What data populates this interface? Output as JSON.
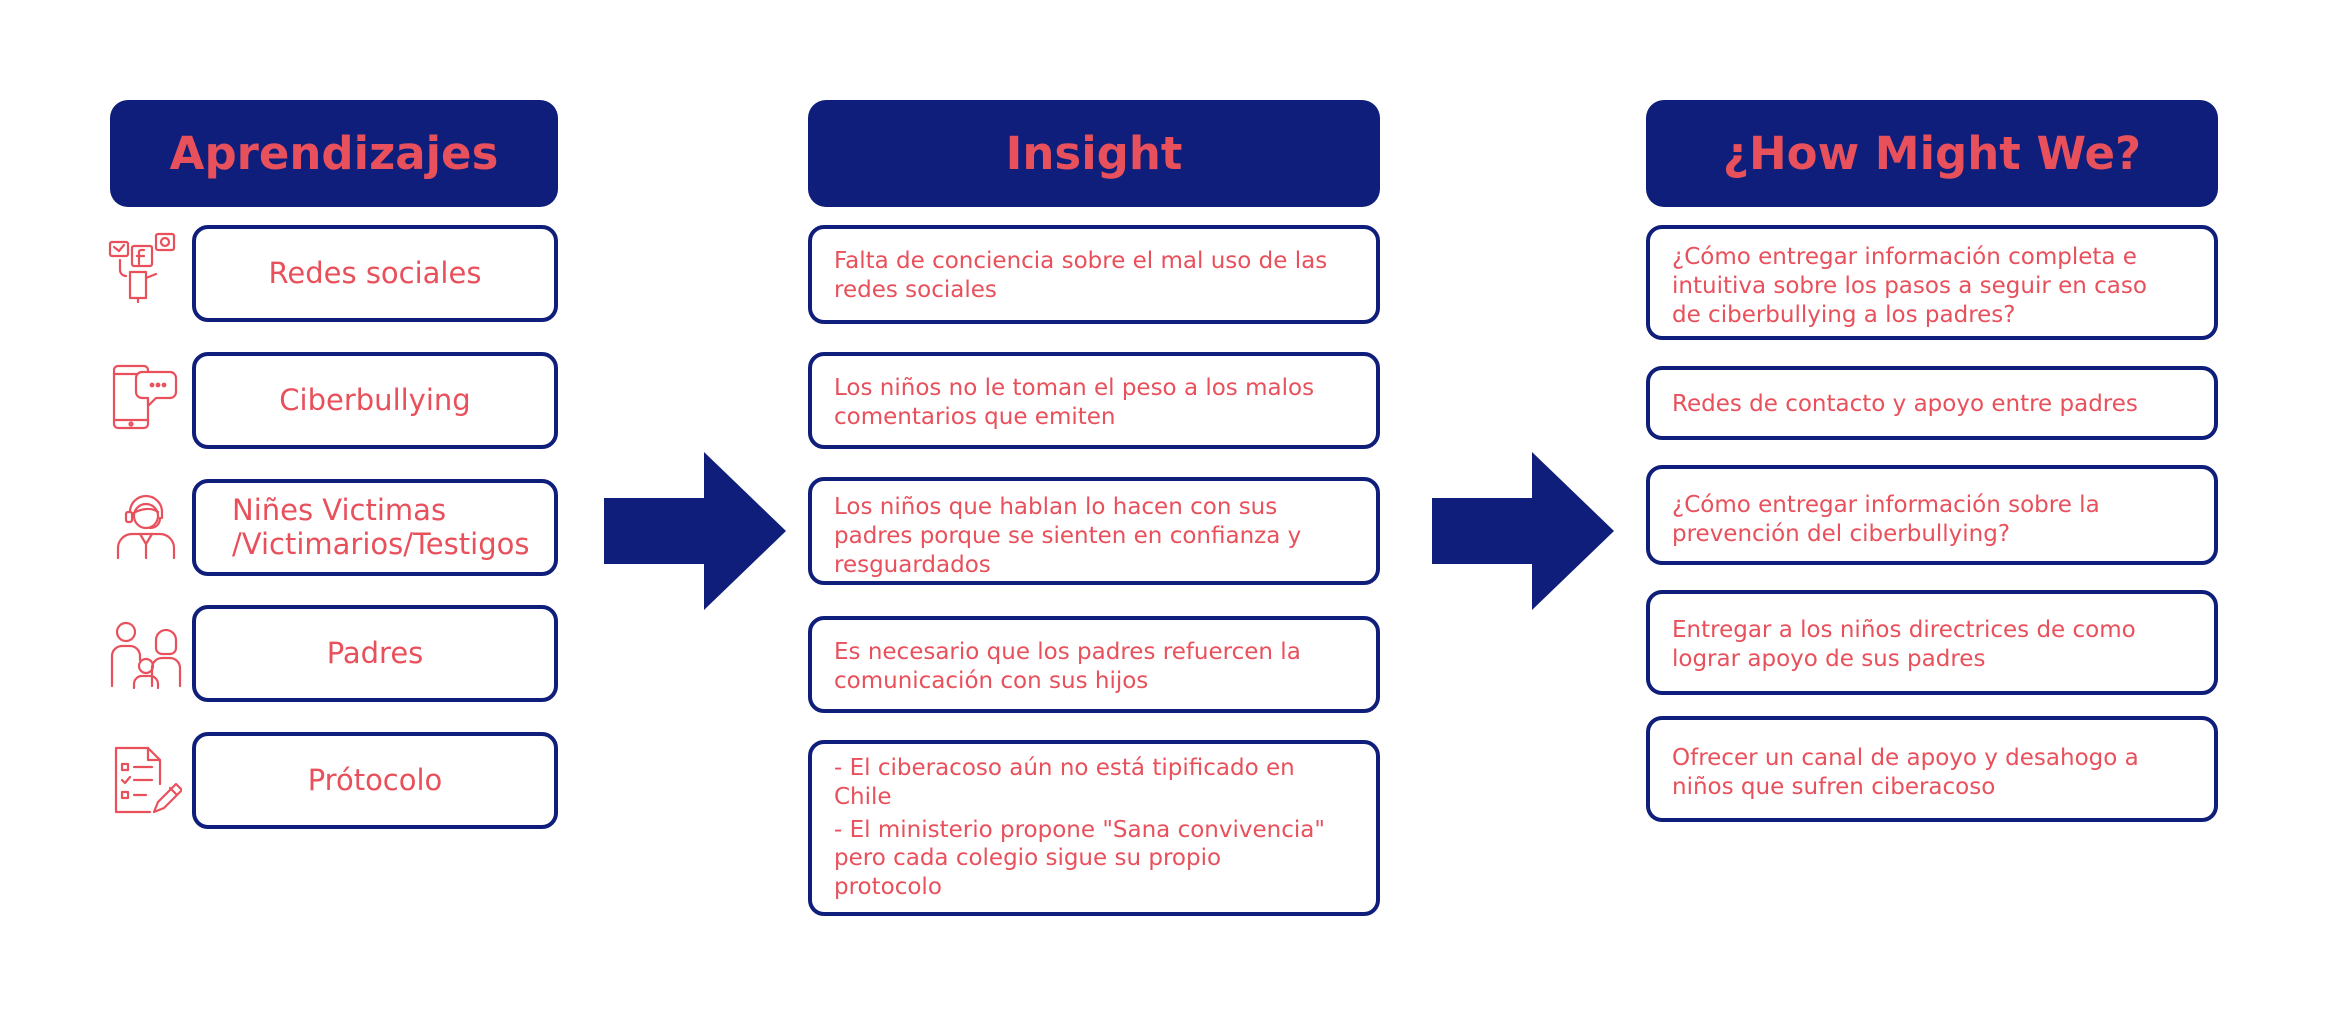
{
  "colors": {
    "navy": "#0f1e7a",
    "coral": "#e8505b"
  },
  "columns": {
    "aprendizajes": {
      "title": "Aprendizajes",
      "items": [
        {
          "icon": "social-media-phone-icon",
          "lines": [
            "Redes sociales"
          ]
        },
        {
          "icon": "phone-chat-bubble-icon",
          "lines": [
            "Ciberbullying"
          ]
        },
        {
          "icon": "person-headset-icon",
          "lines": [
            "Niñes Victimas",
            "/Victimarios/Testigos"
          ]
        },
        {
          "icon": "family-parents-icon",
          "lines": [
            "Padres"
          ]
        },
        {
          "icon": "checklist-document-icon",
          "lines": [
            "Prótocolo"
          ]
        }
      ]
    },
    "insight": {
      "title": "Insight",
      "items": [
        {
          "lines": [
            "Falta de conciencia sobre el mal uso de las",
            "redes sociales"
          ]
        },
        {
          "lines": [
            "Los niños no le toman el peso a los malos",
            "comentarios que emiten"
          ]
        },
        {
          "lines": [
            "Los niños que hablan lo hacen con sus",
            "padres porque se sienten en confianza y",
            "resguardados"
          ]
        },
        {
          "lines": [
            "Es necesario que los padres refuercen la",
            "comunicación con sus hijos"
          ]
        },
        {
          "lines": [
            "- El ciberacoso aún no está tipificado en",
            "Chile",
            "- El ministerio propone \"Sana convivencia\"",
            "pero cada colegio sigue su propio",
            "protocolo"
          ]
        }
      ]
    },
    "hmw": {
      "title": "¿How Might We?",
      "items": [
        {
          "lines": [
            "¿Cómo entregar información completa e",
            "intuitiva sobre los pasos a seguir en caso",
            "de ciberbullying a los padres?"
          ]
        },
        {
          "lines": [
            "Redes de contacto y apoyo entre padres"
          ]
        },
        {
          "lines": [
            "¿Cómo entregar información sobre la",
            "prevención del ciberbullying?"
          ]
        },
        {
          "lines": [
            "Entregar a los niños directrices de como",
            "lograr apoyo de sus padres"
          ]
        },
        {
          "lines": [
            "Ofrecer un canal de apoyo y desahogo a",
            "niños que sufren ciberacoso"
          ]
        }
      ]
    }
  }
}
